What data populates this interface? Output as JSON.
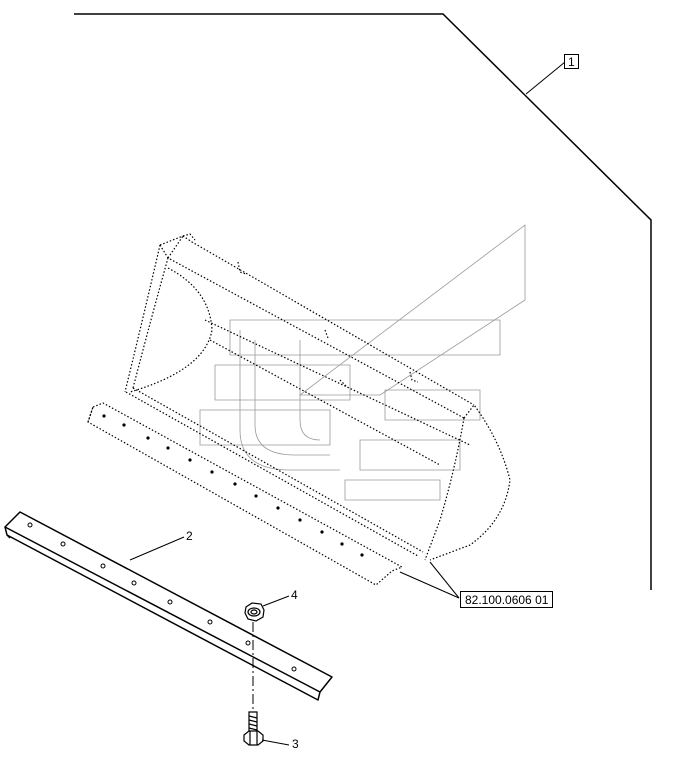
{
  "callouts": {
    "item_1": "1",
    "item_2": "2",
    "item_3": "3",
    "item_4": "4",
    "reference": "82.100.0606 01"
  },
  "colors": {
    "line": "#000000",
    "watermark": "#9a9a9a",
    "background": "#ffffff"
  },
  "icons": {
    "watermark": "manufacturer-logo-watermark"
  }
}
